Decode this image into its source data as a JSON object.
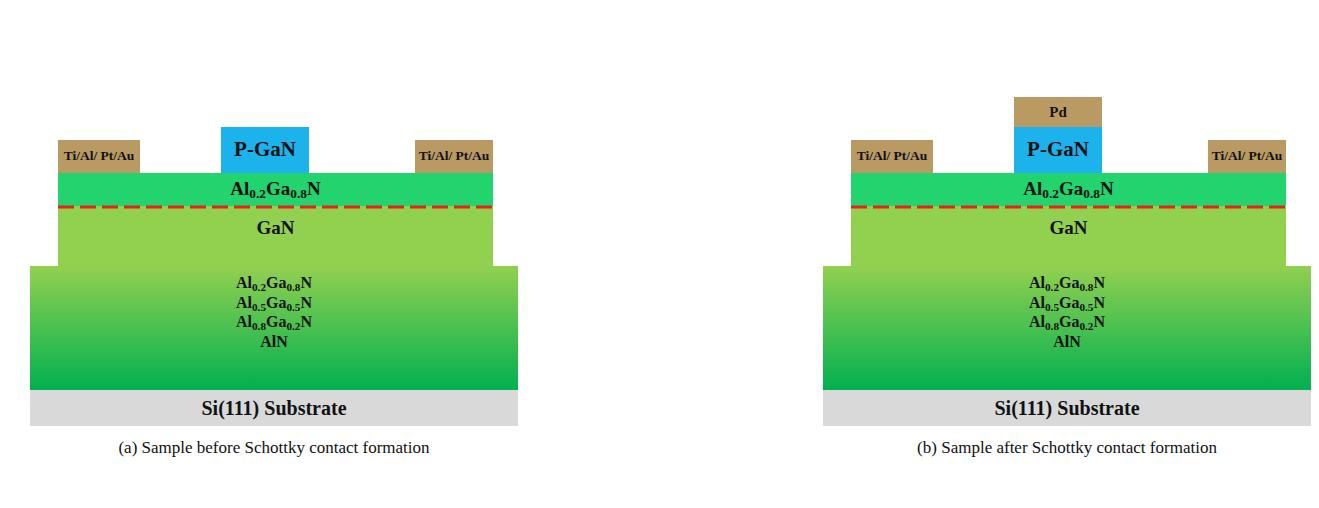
{
  "diagram": {
    "nodes": [
      {
        "text": [
          "Ti/Al/ Pt/Au"
        ]
      },
      {
        "text": [
          "P-GaN"
        ]
      },
      {
        "text": [
          "Ti/Al/ Pt/Au"
        ]
      },
      {
        "text": [
          "Al0.2Ga0.8N"
        ]
      },
      {
        "text": [
          "GaN"
        ]
      },
      {
        "text": [
          "Al0.2Ga0.8N",
          "Al0.5Ga0.5N",
          "Al0.8Ga0.2N",
          "AlN"
        ]
      },
      {
        "text": [
          "Si(111) Substrate"
        ]
      },
      {
        "text": [
          "Pd"
        ]
      },
      {
        "text": [
          "Ti/Al/ Pt/Au"
        ]
      },
      {
        "text": [
          "P-GaN"
        ]
      },
      {
        "text": [
          "Ti/Al/ Pt/Au"
        ]
      },
      {
        "text": [
          "Al0.2Ga0.8N"
        ]
      },
      {
        "text": [
          "GaN"
        ]
      },
      {
        "text": [
          "Al0.2Ga0.8N",
          "Al0.5Ga0.5N",
          "Al0.8Ga0.2N",
          "AlN"
        ]
      },
      {
        "text": [
          "Si(111) Substrate"
        ]
      }
    ],
    "labels": [
      "(a) Sample before Schottky contact formation",
      "(b) Sample after Schottky contact formation"
    ]
  }
}
